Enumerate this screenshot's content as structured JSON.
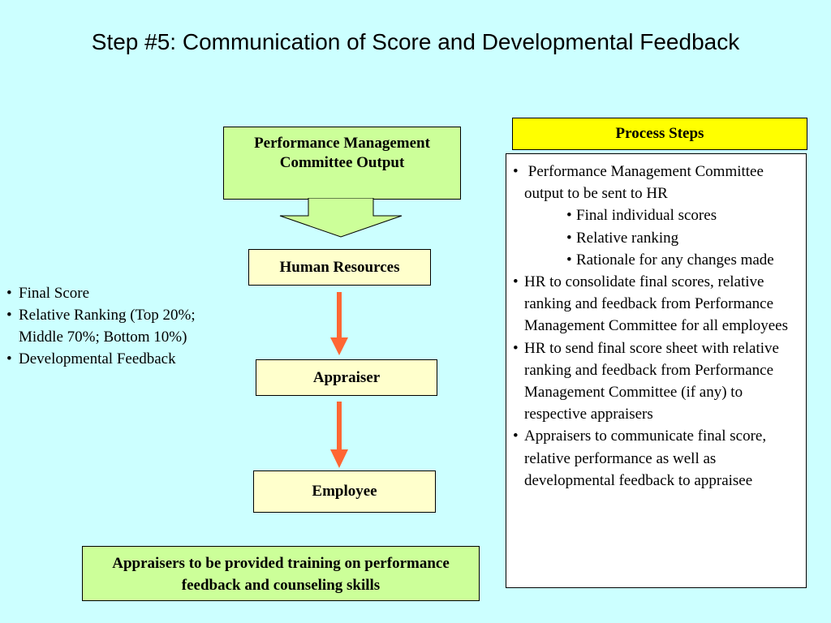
{
  "title": "Step #5: Communication of Score and Developmental Feedback",
  "flow": {
    "pmc_output": "Performance Management Committee Output",
    "hr": "Human Resources",
    "appraiser": "Appraiser",
    "employee": "Employee"
  },
  "left_bullets": [
    "Final Score",
    "Relative Ranking (Top 20%; Middle 70%; Bottom 10%)",
    "Developmental Feedback"
  ],
  "process_steps": {
    "header": "Process Steps",
    "items": [
      {
        "text": "Performance Management Committee output to be sent to HR",
        "sub": [
          "Final individual scores",
          "Relative ranking",
          "Rationale for any changes made"
        ]
      },
      {
        "text": "HR to consolidate final scores, relative ranking and feedback from Performance Management Committee for all employees"
      },
      {
        "text": "HR to send final score sheet with relative ranking and feedback from Performance Management Committee (if any) to respective appraisers"
      },
      {
        "text": "Appraisers to communicate final score, relative performance as well as developmental feedback to appraisee"
      }
    ]
  },
  "training_note": "Appraisers to be provided training on performance feedback and counseling skills",
  "colors": {
    "background": "#ccffff",
    "pmc_box": "#ccff99",
    "flow_box": "#ffffcc",
    "header": "#ffff00",
    "arrow": "#ff6633"
  }
}
